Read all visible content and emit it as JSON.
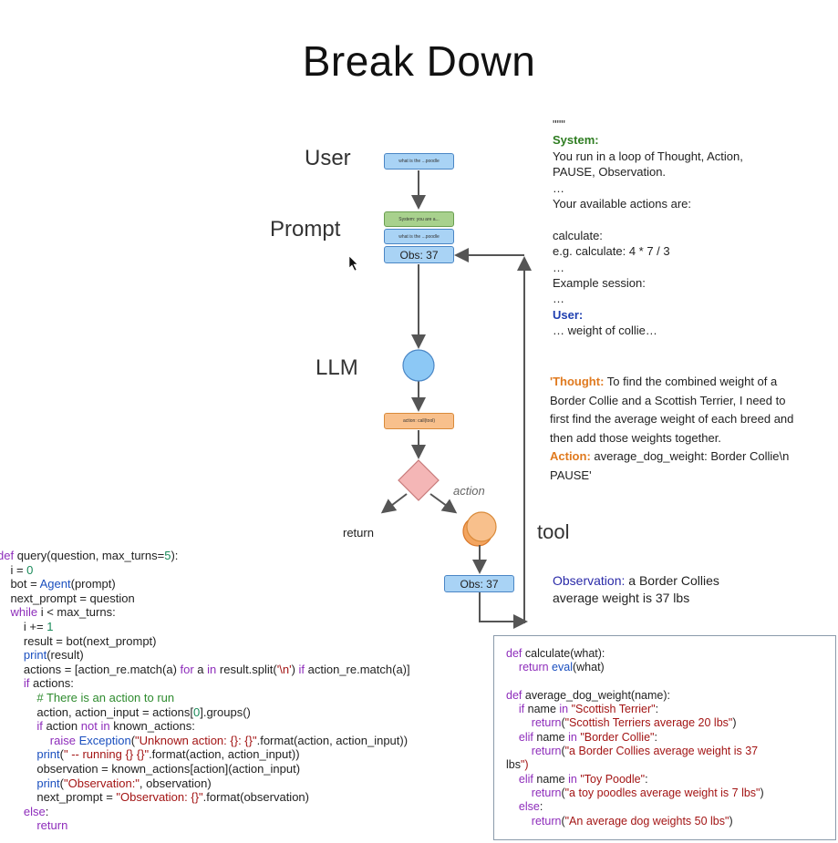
{
  "title": "Break Down",
  "stages": {
    "user": "User",
    "prompt": "Prompt",
    "llm": "LLM",
    "tool": "tool"
  },
  "boxes": {
    "user_query": "what is the ...poodle",
    "system_msg": "System: you are a...",
    "prompt_query": "what is the ...poodle",
    "obs_prompt": "Obs: 37",
    "action_call": "action: call(tool)",
    "obs_tool": "Obs: 37"
  },
  "branches": {
    "action": "action",
    "return": "return"
  },
  "system_prompt": {
    "quotes": "\"\"\"",
    "system_label": "System:",
    "line1": "You run in a loop of Thought, Action,",
    "line2": "PAUSE, Observation.",
    "ellipsis1": "…",
    "line3": "Your available actions are:",
    "line4": "calculate:",
    "line5": "e.g. calculate: 4 * 7 / 3",
    "ellipsis2": "…",
    "line6": "Example session:",
    "ellipsis3": "…",
    "user_label": "User:",
    "line7": "… weight of collie…"
  },
  "thought_block": {
    "thought_label": "'Thought:",
    "line1": " To find the combined weight of a",
    "line2": "Border Collie and a Scottish Terrier, I need to",
    "line3": "first find the average weight of each breed and",
    "line4": "then add those weights together.",
    "action_label": "Action:",
    "line5": " average_dog_weight: Border Collie\\n",
    "line6": "PAUSE'"
  },
  "observation_block": {
    "label": "Observation:",
    "line1": " a Border Collies",
    "line2": "average weight is 37 lbs"
  },
  "query_code": [
    "def query(question, max_turns=5):",
    "    i = 0",
    "    bot = Agent(prompt)",
    "    next_prompt = question",
    "    while i < max_turns:",
    "        i += 1",
    "        result = bot(next_prompt)",
    "        print(result)",
    "        actions = [action_re.match(a) for a in result.split('\\n') if action_re.match(a)]",
    "        if actions:",
    "            # There is an action to run",
    "            action, action_input = actions[0].groups()",
    "            if action not in known_actions:",
    "                raise Exception(\"Unknown action: {}: {}\".format(action, action_input))",
    "            print(\" -- running {} {}\".format(action, action_input))",
    "            observation = known_actions[action](action_input)",
    "            print(\"Observation:\", observation)",
    "            next_prompt = \"Observation: {}\".format(observation)",
    "        else:",
    "            return"
  ],
  "tool_code": [
    "def calculate(what):",
    "    return eval(what)",
    "",
    "def average_dog_weight(name):",
    "    if name in \"Scottish Terrier\":",
    "        return(\"Scottish Terriers average 20 lbs\")",
    "    elif name in \"Border Collie\":",
    "        return(\"a Border Collies average weight is 37",
    "lbs\")",
    "    elif name in \"Toy Poodle\":",
    "        return(\"a toy poodles average weight is 7 lbs\")",
    "    else:",
    "        return(\"An average dog weights 50 lbs\")"
  ],
  "colors": {
    "box_blue": "#a9d3f5",
    "box_green": "#a8d18d",
    "box_orange": "#f8c08c",
    "llm_circle": "#8cc8f5",
    "decision_diamond": "#f4b6b6",
    "keyword": "#8e2dbb",
    "string": "#a31515"
  }
}
